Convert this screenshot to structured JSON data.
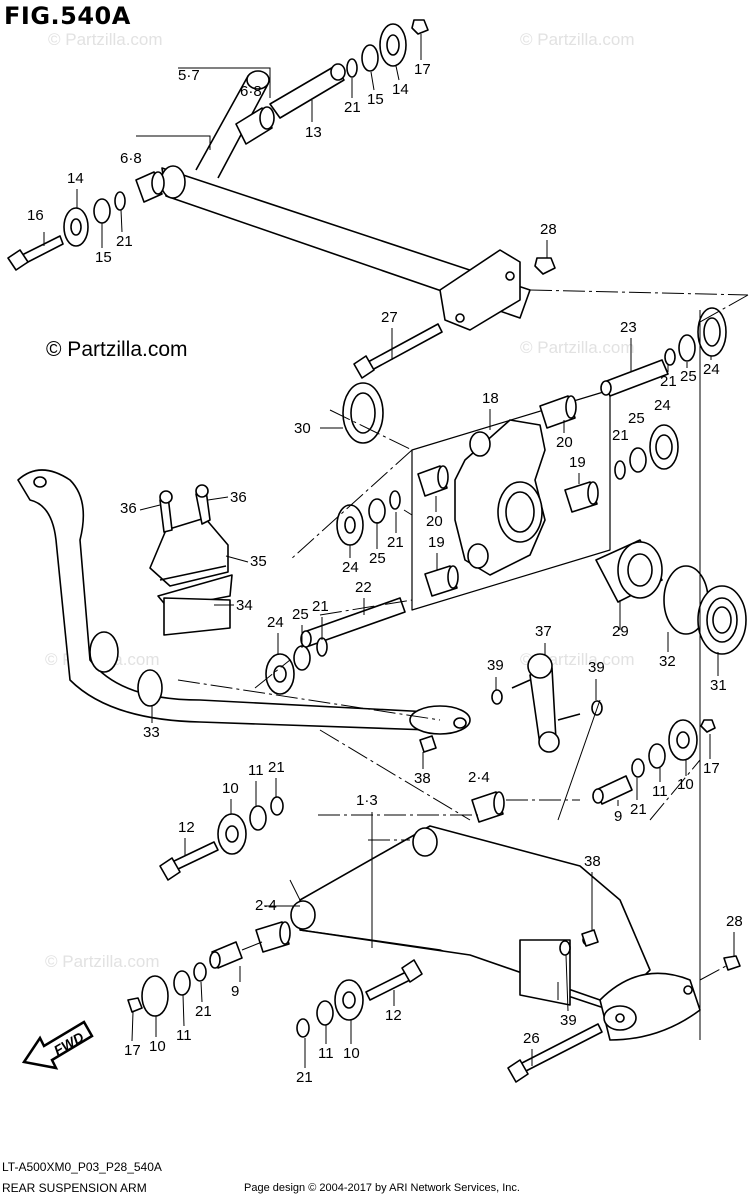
{
  "figure": {
    "title": "FIG.540A",
    "diagram_code": "LT-A500XM0_P03_P28_540A",
    "part_title": "REAR SUSPENSION ARM",
    "credit": "Page design © 2004-2017 by ARI Network Services, Inc.",
    "watermark": "© Partzilla.com",
    "fwd_label": "FWD"
  },
  "callouts": [
    {
      "id": "c1",
      "label": "17"
    },
    {
      "id": "c2",
      "label": "14"
    },
    {
      "id": "c3",
      "label": "15"
    },
    {
      "id": "c4",
      "label": "21"
    },
    {
      "id": "c5",
      "label": "13"
    },
    {
      "id": "c6",
      "label": "5·7"
    },
    {
      "id": "c7",
      "label": "6·8"
    },
    {
      "id": "c8",
      "label": "6·8"
    },
    {
      "id": "c9",
      "label": "14"
    },
    {
      "id": "c10",
      "label": "16"
    },
    {
      "id": "c11",
      "label": "15"
    },
    {
      "id": "c12",
      "label": "21"
    },
    {
      "id": "c13",
      "label": "28"
    },
    {
      "id": "c14",
      "label": "27"
    },
    {
      "id": "c15",
      "label": "23"
    },
    {
      "id": "c16",
      "label": "21"
    },
    {
      "id": "c17",
      "label": "25"
    },
    {
      "id": "c18",
      "label": "24"
    },
    {
      "id": "c19",
      "label": "18"
    },
    {
      "id": "c20",
      "label": "30"
    },
    {
      "id": "c21",
      "label": "25"
    },
    {
      "id": "c22",
      "label": "24"
    },
    {
      "id": "c23",
      "label": "21"
    },
    {
      "id": "c24",
      "label": "20"
    },
    {
      "id": "c25",
      "label": "19"
    },
    {
      "id": "c26",
      "label": "36"
    },
    {
      "id": "c27",
      "label": "36"
    },
    {
      "id": "c28",
      "label": "20"
    },
    {
      "id": "c29",
      "label": "24"
    },
    {
      "id": "c30",
      "label": "25"
    },
    {
      "id": "c31",
      "label": "21"
    },
    {
      "id": "c32",
      "label": "19"
    },
    {
      "id": "c33",
      "label": "35"
    },
    {
      "id": "c34",
      "label": "22"
    },
    {
      "id": "c35",
      "label": "34"
    },
    {
      "id": "c36",
      "label": "29"
    },
    {
      "id": "c37",
      "label": "24"
    },
    {
      "id": "c38",
      "label": "25"
    },
    {
      "id": "c39",
      "label": "21"
    },
    {
      "id": "c40",
      "label": "32"
    },
    {
      "id": "c41",
      "label": "31"
    },
    {
      "id": "c42",
      "label": "37"
    },
    {
      "id": "c43",
      "label": "39"
    },
    {
      "id": "c44",
      "label": "39"
    },
    {
      "id": "c45",
      "label": "33"
    },
    {
      "id": "c46",
      "label": "38"
    },
    {
      "id": "c47",
      "label": "11"
    },
    {
      "id": "c48",
      "label": "21"
    },
    {
      "id": "c49",
      "label": "10"
    },
    {
      "id": "c50",
      "label": "2·4"
    },
    {
      "id": "c51",
      "label": "17"
    },
    {
      "id": "c52",
      "label": "12"
    },
    {
      "id": "c53",
      "label": "1·3"
    },
    {
      "id": "c54",
      "label": "10"
    },
    {
      "id": "c55",
      "label": "9"
    },
    {
      "id": "c56",
      "label": "21"
    },
    {
      "id": "c57",
      "label": "11"
    },
    {
      "id": "c58",
      "label": "38"
    },
    {
      "id": "c59",
      "label": "2·4"
    },
    {
      "id": "c60",
      "label": "28"
    },
    {
      "id": "c61",
      "label": "9"
    },
    {
      "id": "c62",
      "label": "21"
    },
    {
      "id": "c63",
      "label": "12"
    },
    {
      "id": "c64",
      "label": "39"
    },
    {
      "id": "c65",
      "label": "17"
    },
    {
      "id": "c66",
      "label": "10"
    },
    {
      "id": "c67",
      "label": "11"
    },
    {
      "id": "c68",
      "label": "26"
    },
    {
      "id": "c69",
      "label": "21"
    },
    {
      "id": "c70",
      "label": "11"
    },
    {
      "id": "c71",
      "label": "10"
    }
  ]
}
